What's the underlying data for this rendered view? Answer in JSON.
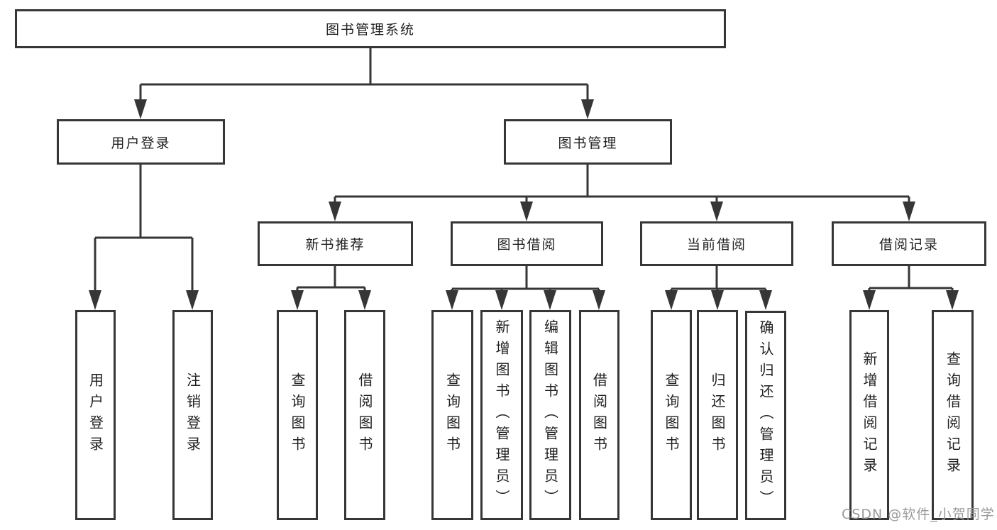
{
  "diagram_type": "hierarchy-tree",
  "colors": {
    "line": "#363636",
    "box_border": "#363636",
    "box_fill": "#ffffff",
    "text": "#1f1f1f",
    "watermark": "#9a9a9a",
    "background": "#ffffff"
  },
  "tree": {
    "label": "图书管理系统",
    "children": [
      {
        "label": "用户登录",
        "children": [
          {
            "label": "用户登录"
          },
          {
            "label": "注销登录"
          }
        ]
      },
      {
        "label": "图书管理",
        "children": [
          {
            "label": "新书推荐",
            "children": [
              {
                "label": "查询图书"
              },
              {
                "label": "借阅图书"
              }
            ]
          },
          {
            "label": "图书借阅",
            "children": [
              {
                "label": "查询图书"
              },
              {
                "label": "新增图书（管理员）"
              },
              {
                "label": "编辑图书（管理员）"
              },
              {
                "label": "借阅图书"
              }
            ]
          },
          {
            "label": "当前借阅",
            "children": [
              {
                "label": "查询图书"
              },
              {
                "label": "归还图书"
              },
              {
                "label": "确认归还（管理员）"
              }
            ]
          },
          {
            "label": "借阅记录",
            "children": [
              {
                "label": "新增借阅记录"
              },
              {
                "label": "查询借阅记录"
              }
            ]
          }
        ]
      }
    ]
  },
  "watermark": {
    "text": "CSDN @软件_小贺同学"
  }
}
